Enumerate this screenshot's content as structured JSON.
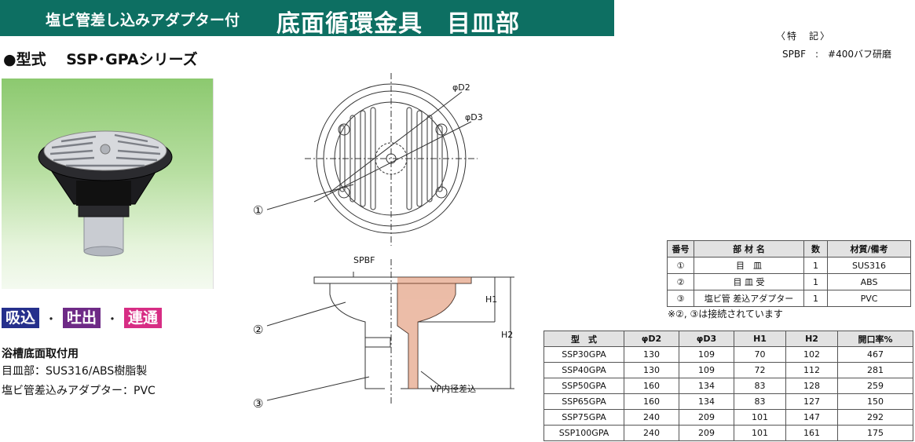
{
  "header": {
    "title_small": "塩ビ管差し込みアダプター付",
    "title_big": "底面循環金具　目皿部"
  },
  "model_line": "●型式　 SSP･GPAシリーズ",
  "notes": {
    "title": "〈特　記〉",
    "body": "SPBF　:　#400バフ研磨"
  },
  "tags": [
    "吸込",
    "吐出",
    "連通"
  ],
  "tag_separator": "・",
  "specs": [
    "浴槽底面取付用",
    "目皿部：SUS316/ABS樹脂製",
    "塩ビ管差込みアダプター：PVC"
  ],
  "drawing": {
    "label_d2": "φD2",
    "label_d3": "φD3",
    "label_spbf": "SPBF",
    "label_h1": "H1",
    "label_h2": "H2",
    "label_vp": "VP内径差込",
    "callout_1": "①",
    "callout_2": "②",
    "callout_3": "③"
  },
  "parts_table": {
    "headers": [
      "番号",
      "部 材 名",
      "数",
      "材質/備考"
    ],
    "rows": [
      [
        "①",
        "目　皿",
        "1",
        "SUS316"
      ],
      [
        "②",
        "目 皿 受",
        "1",
        "ABS"
      ],
      [
        "③",
        "塩ビ管 差込アダプター",
        "1",
        "PVC"
      ]
    ],
    "note": "※②, ③は接続されています"
  },
  "dims_table": {
    "headers": [
      "型　式",
      "φD2",
      "φD3",
      "H1",
      "H2",
      "開口率%"
    ],
    "rows": [
      [
        "SSP30GPA",
        "130",
        "109",
        "70",
        "102",
        "467"
      ],
      [
        "SSP40GPA",
        "130",
        "109",
        "72",
        "112",
        "281"
      ],
      [
        "SSP50GPA",
        "160",
        "134",
        "83",
        "128",
        "259"
      ],
      [
        "SSP65GPA",
        "160",
        "134",
        "83",
        "127",
        "150"
      ],
      [
        "SSP75GPA",
        "240",
        "209",
        "101",
        "147",
        "292"
      ],
      [
        "SSP100GPA",
        "240",
        "209",
        "101",
        "161",
        "175"
      ]
    ]
  },
  "colors": {
    "title_bar": "#0d6f62",
    "tag_suction": "#25308c",
    "tag_discharge": "#6e2a86",
    "tag_connect": "#d72d84"
  }
}
